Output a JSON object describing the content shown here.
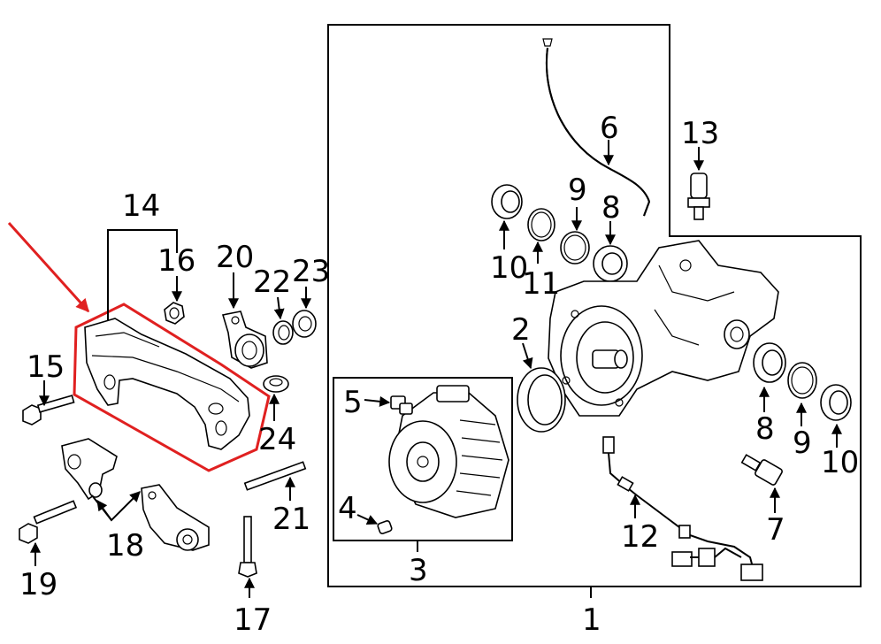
{
  "diagram": {
    "accent_color": "#e02020",
    "labels": {
      "l1": "1",
      "l2": "2",
      "l3": "3",
      "l4": "4",
      "l5": "5",
      "l6": "6",
      "l7": "7",
      "l8a": "8",
      "l8b": "8",
      "l9a": "9",
      "l9b": "9",
      "l10a": "10",
      "l10b": "10",
      "l11": "11",
      "l12": "12",
      "l13": "13",
      "l14": "14",
      "l15": "15",
      "l16": "16",
      "l17": "17",
      "l18": "18",
      "l19": "19",
      "l20": "20",
      "l21": "21",
      "l22": "22",
      "l23": "23",
      "l24": "24"
    }
  }
}
